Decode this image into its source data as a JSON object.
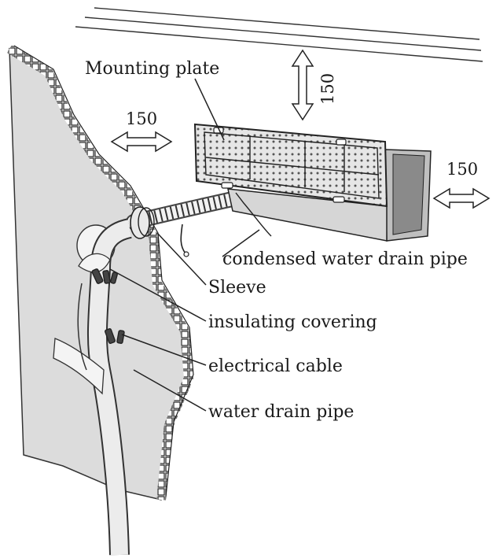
{
  "labels": {
    "mounting_plate": "Mounting plate",
    "condensed_drain": "condensed water drain pipe",
    "sleeve": "Sleeve",
    "insulating": "insulating covering",
    "electrical": "electrical cable",
    "water_drain": "water drain pipe"
  },
  "clearances": {
    "top": "150",
    "left": "150",
    "right": "150"
  }
}
